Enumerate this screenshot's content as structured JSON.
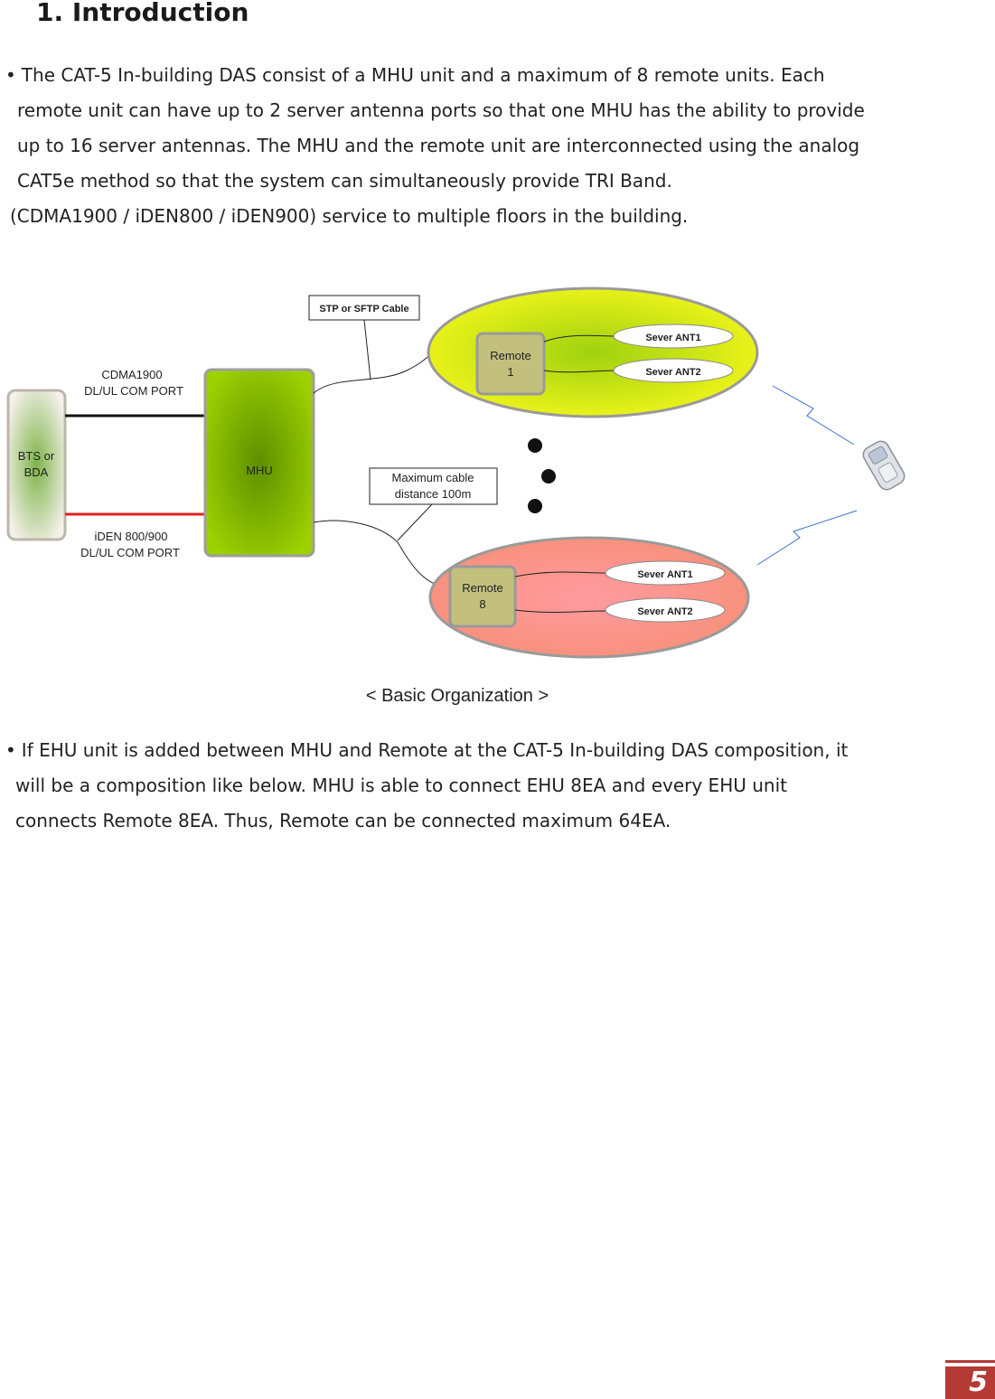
{
  "heading": "1.  Introduction",
  "paragraph1": {
    "bullet": "•",
    "lines": [
      "The CAT-5 In-building DAS consist of a MHU unit and a maximum of 8 remote units. Each",
      "remote unit can have up to 2 server antenna ports so that one MHU has the ability to provide",
      "up to 16 server antennas. The MHU and the remote unit are interconnected using the analog",
      "CAT5e method so that the system can simultaneously provide TRI Band.",
      "(CDMA1900 / iDEN800 / iDEN900) service to multiple floors in the building."
    ]
  },
  "diagram": {
    "bts_label_1": "BTS or",
    "bts_label_2": "BDA",
    "mhu_label": "MHU",
    "port_top_1": "CDMA1900",
    "port_top_2": "DL/UL COM PORT",
    "port_bottom_1": "iDEN 800/900",
    "port_bottom_2": "DL/UL COM PORT",
    "cable_label": "STP or SFTP Cable",
    "distance_label_1": "Maximum cable",
    "distance_label_2": "distance 100m",
    "remote1_label_1": "Remote",
    "remote1_label_2": "1",
    "remote8_label_1": "Remote",
    "remote8_label_2": "8",
    "ant1_label": "Sever ANT1",
    "ant2_label": "Sever ANT2",
    "colors": {
      "green": "#9dd100",
      "yellow": "#f0f51a",
      "salmon": "#f7987a",
      "remote_box": "#c3c07e",
      "red_line": "#e02020",
      "wave": "#3a6fd0"
    }
  },
  "caption": "< Basic Organization >",
  "paragraph2": {
    "bullet": "•",
    "lines": [
      "If EHU unit is added between MHU and Remote at the CAT-5 In-building DAS composition, it",
      "will be a composition like below.   MHU is able to connect EHU 8EA and every EHU unit",
      "connects Remote 8EA. Thus, Remote can be connected maximum 64EA."
    ]
  },
  "page_number": "5"
}
